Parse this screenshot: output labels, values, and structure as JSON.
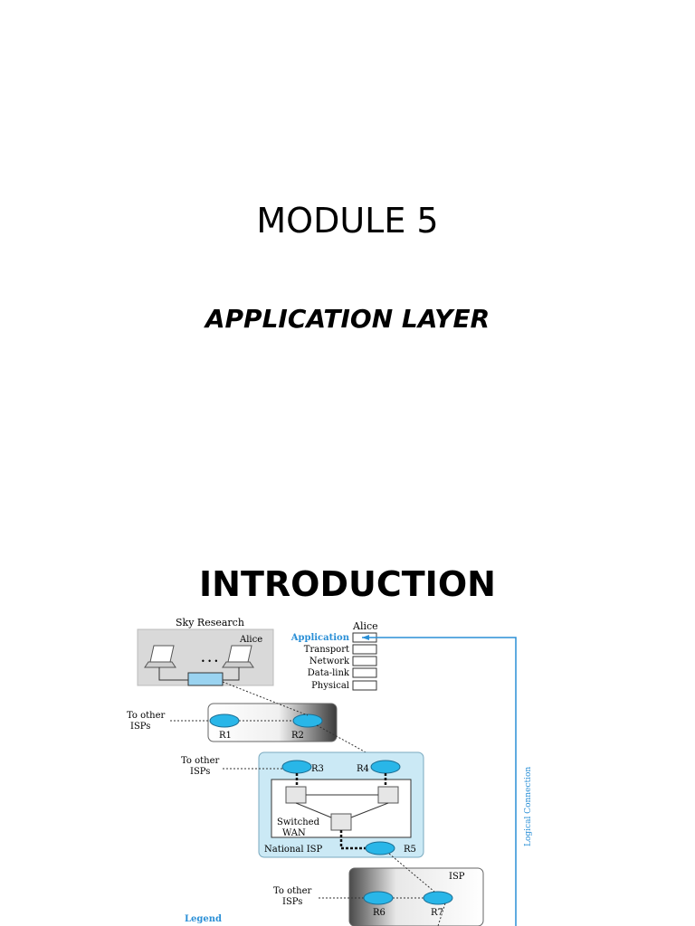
{
  "slide": {
    "module_title": "MODULE 5",
    "subtitle": "APPLICATION LAYER",
    "section_title": "INTRODUCTION"
  },
  "diagram": {
    "sky_research": "Sky Research",
    "alice_laptop": "Alice",
    "ellipsis": "• • •",
    "alice_stack": "Alice",
    "layers": [
      "Application",
      "Transport",
      "Network",
      "Data-link",
      "Physical"
    ],
    "logical_connection": "Logical Connection",
    "to_other_isps_1": [
      "To other",
      "ISPs"
    ],
    "to_other_isps_2": [
      "To other",
      "ISPs"
    ],
    "to_other_isps_3": [
      "To other",
      "ISPs"
    ],
    "routers": [
      "R1",
      "R2",
      "R3",
      "R4",
      "R5",
      "R6",
      "R7"
    ],
    "switched_wan": [
      "Switched",
      "WAN"
    ],
    "national_isp": "National ISP",
    "isp": "ISP",
    "legend": "Legend",
    "colors": {
      "accent_blue": "#2a8fd6",
      "router_fill": "#29b6e8",
      "isp_box": "#cbe9f5"
    }
  }
}
